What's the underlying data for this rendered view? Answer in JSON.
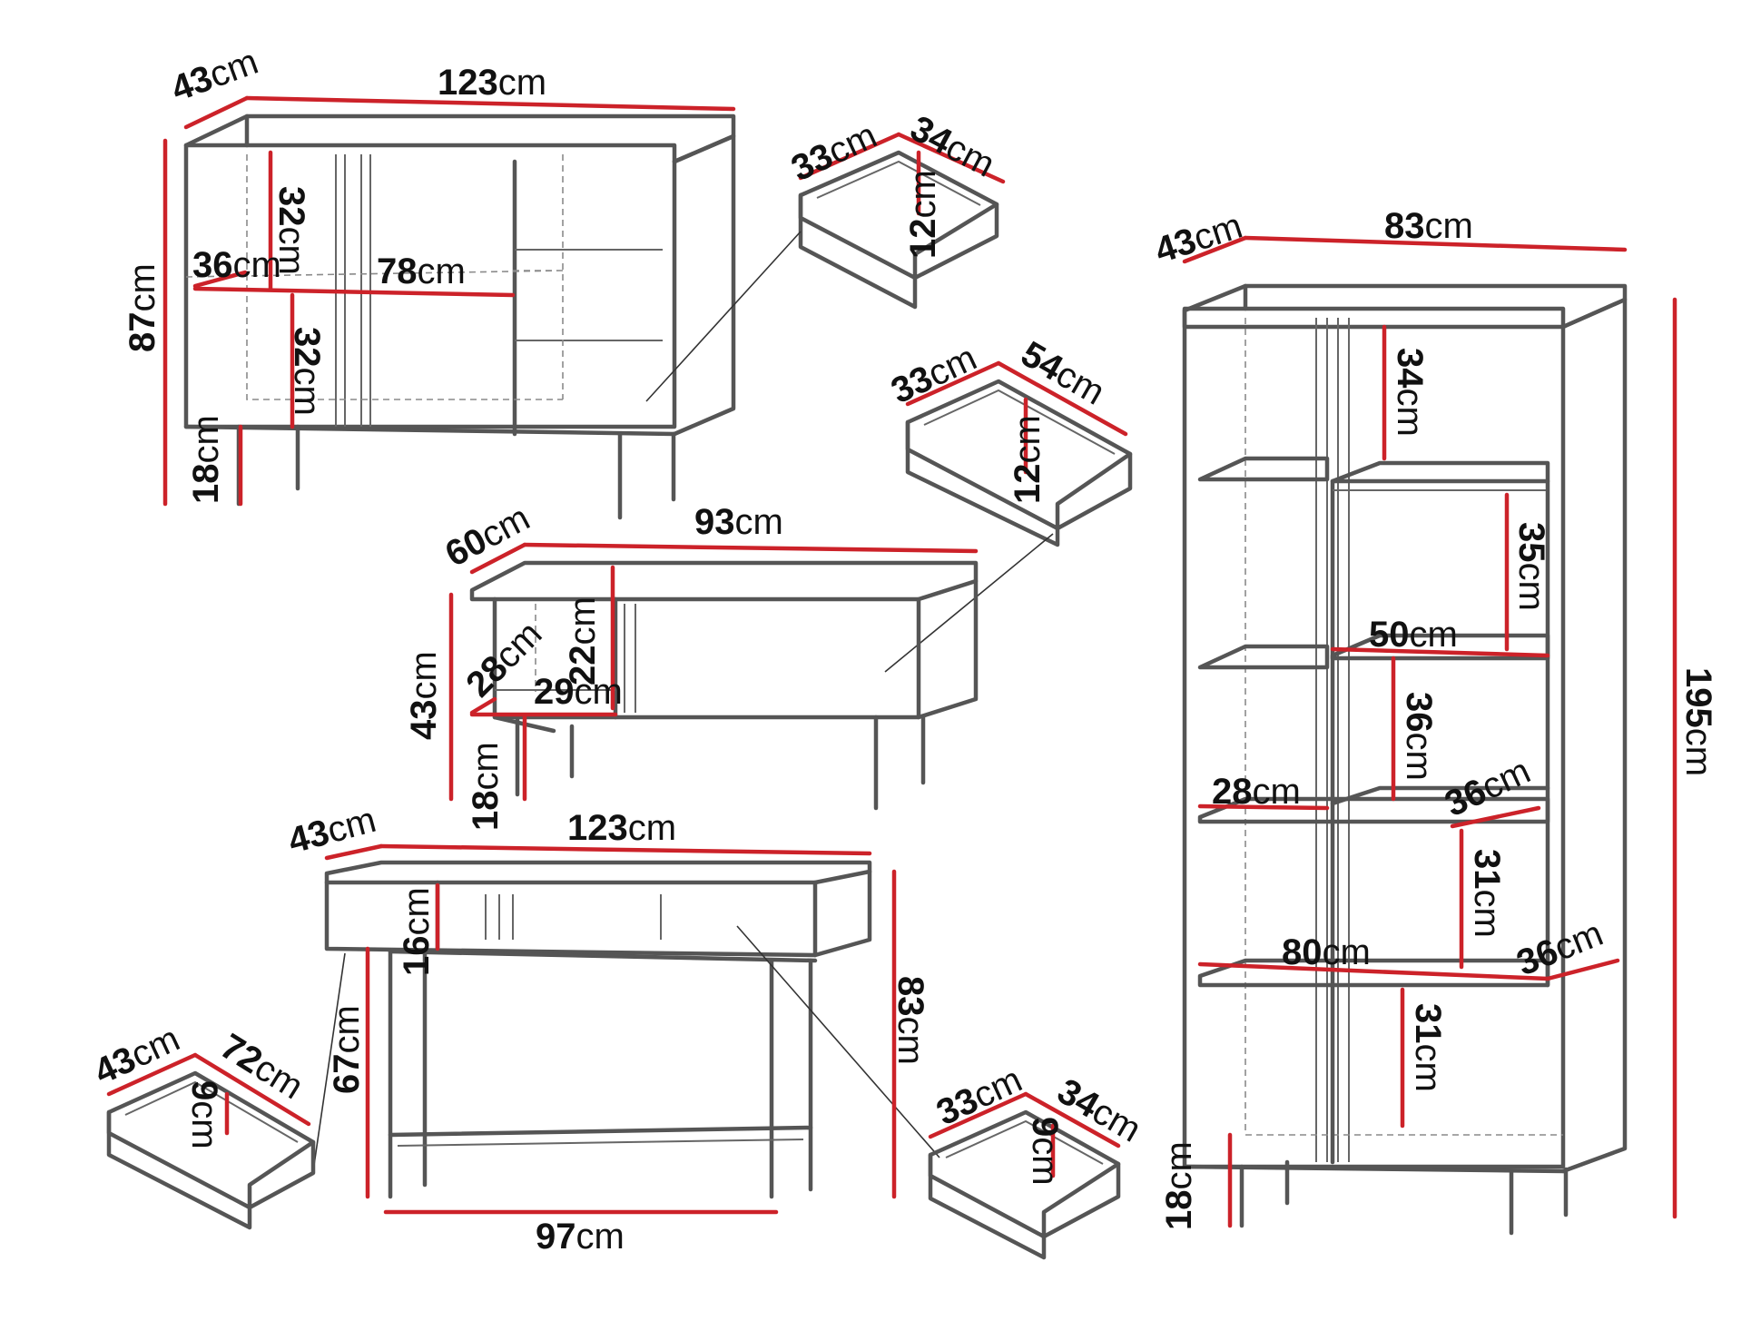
{
  "unit": "cm",
  "colors": {
    "dimension": "#cc2229",
    "outline": "#555555",
    "text": "#111111",
    "background": "#ffffff"
  },
  "sideboard": {
    "depth": "43",
    "width": "123",
    "height": "87",
    "leg_height": "18",
    "inner_shelf_depth": "36",
    "inner_width": "78",
    "upper_compartment": "32",
    "lower_compartment": "32"
  },
  "sideboard_drawer": {
    "width": "33",
    "depth": "34",
    "height": "12"
  },
  "tv_stand_drawer": {
    "width": "33",
    "depth": "54",
    "height": "12"
  },
  "tv_stand": {
    "depth": "60",
    "width": "93",
    "height": "43",
    "leg_height": "18",
    "shelf_depth": "28",
    "shelf_width": "29",
    "compartment_height": "22"
  },
  "console_table": {
    "depth": "43",
    "width": "123",
    "drawer_height": "16",
    "clearance": "67",
    "height": "83",
    "inner_width": "97"
  },
  "console_drawer_left": {
    "width": "43",
    "depth": "72",
    "height": "9"
  },
  "console_drawer_right": {
    "width": "33",
    "depth": "34",
    "height": "9"
  },
  "bookcase": {
    "depth": "43",
    "width": "83",
    "height": "195",
    "leg_height": "18",
    "top_compartment": "34",
    "second_compartment": "35",
    "shelf_width": "50",
    "third_compartment": "36",
    "left_shelf_width": "28",
    "small_shelf_depth": "36",
    "fourth_compartment": "31",
    "bottom_shelf_width": "80",
    "bottom_shelf_depth": "36",
    "bottom_compartment": "31"
  }
}
